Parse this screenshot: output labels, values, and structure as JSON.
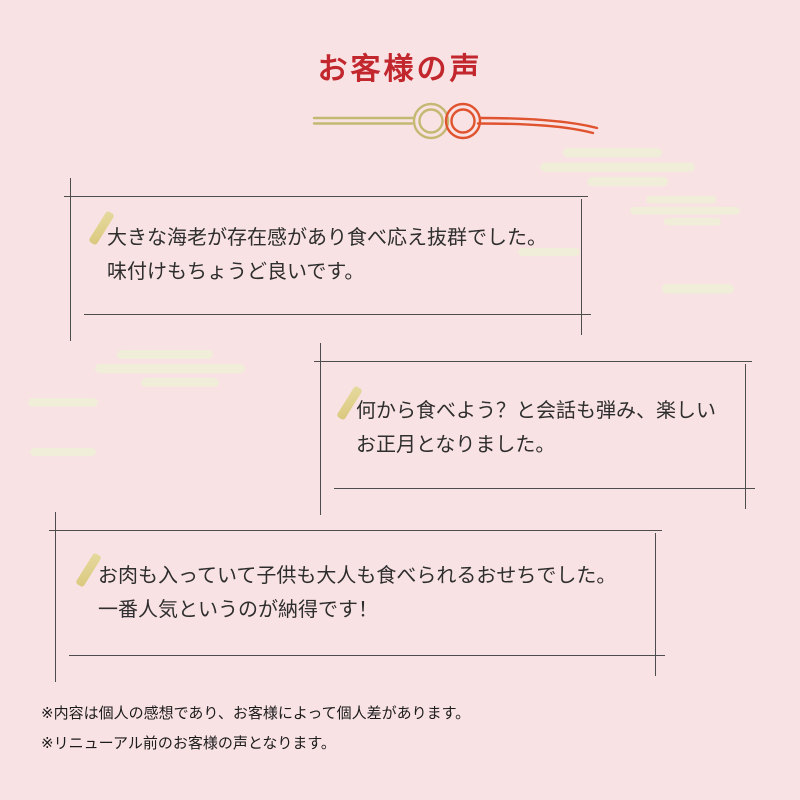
{
  "page": {
    "title": "お客様の声"
  },
  "testimonials": [
    {
      "text": "大きな海老が存在感があり食べ応え抜群でした。味付けもちょうど良いです。"
    },
    {
      "text": "何から食べよう？と会話も弾み、楽しいお正月となりました。"
    },
    {
      "text": "お肉も入っていて子供も大人も食べられるおせちでした。一番人気というのが納得です！"
    }
  ],
  "footnotes": [
    {
      "text": "※内容は個人の感想であり、お客様によって個人差があります。"
    },
    {
      "text": "※リニューアル前のお客様の声となります。"
    }
  ],
  "colors": {
    "background": "#f9e2e4",
    "title": "#c1272d",
    "body_text": "#2e2e2e",
    "frame_line": "#4d4d4d",
    "cloud": "#f0eed9",
    "mizuhiki_gold": "#c5b872",
    "mizuhiki_red": "#e0532f",
    "accent_slash": "#d9c87c"
  }
}
